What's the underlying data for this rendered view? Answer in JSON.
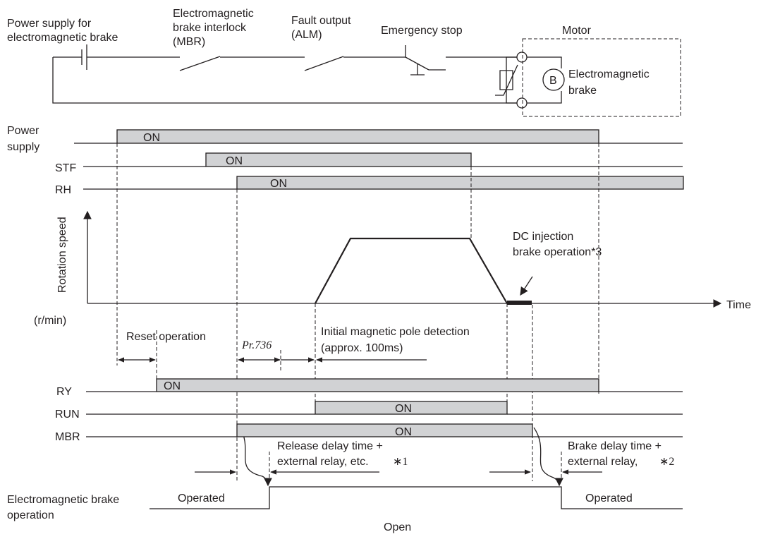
{
  "circuit": {
    "power_supply_label": [
      "Power supply for",
      "electromagnetic brake"
    ],
    "mbr_label": [
      "Electromagnetic",
      "brake interlock",
      "(MBR)"
    ],
    "alm_label": [
      "Fault output",
      "(ALM)"
    ],
    "estop_label": "Emergency stop",
    "motor_label": "Motor",
    "brake_symbol": "B",
    "brake_label": [
      "Electromagnetic",
      "brake"
    ]
  },
  "signals": {
    "power": {
      "label": [
        "Power",
        "supply"
      ],
      "on": "ON"
    },
    "stf": {
      "label": "STF",
      "on": "ON"
    },
    "rh": {
      "label": "RH",
      "on": "ON"
    },
    "ry": {
      "label": "RY",
      "on": "ON"
    },
    "run": {
      "label": "RUN",
      "on": "ON"
    },
    "mbr": {
      "label": "MBR",
      "on": "ON"
    }
  },
  "speed_chart": {
    "y_label": "Rotation speed",
    "unit": "(r/min)",
    "x_label": "Time",
    "dc_injection": [
      "DC  injection",
      "brake operation*3"
    ]
  },
  "annotations": {
    "reset": "Reset operation",
    "pr736": "Pr.736",
    "pole_detection": [
      "Initial magnetic pole detection",
      "(approx. 100ms)"
    ],
    "release_delay": [
      "Release delay time +",
      "external relay, etc."
    ],
    "release_note": "∗1",
    "brake_delay": [
      "Brake delay time +",
      "external relay,"
    ],
    "brake_note": "∗2"
  },
  "brake_operation": {
    "label": [
      "Electromagnetic brake",
      "operation"
    ],
    "operated_1": "Operated",
    "open": "Open",
    "operated_2": "Operated"
  }
}
